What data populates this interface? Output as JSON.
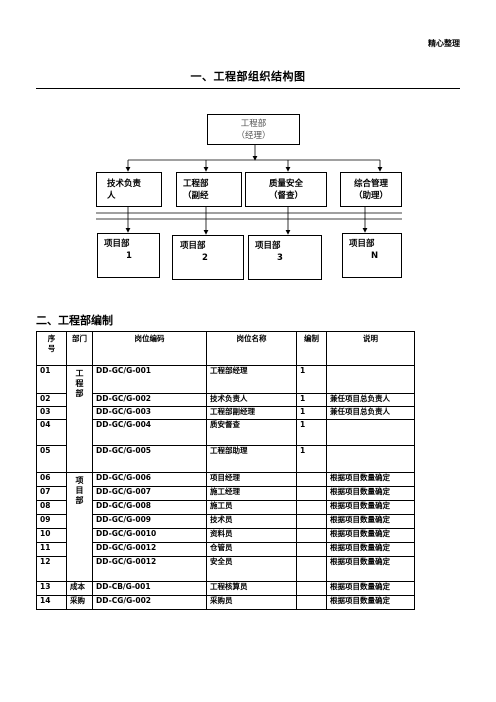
{
  "header": {
    "right_label": "精心整理"
  },
  "section1": {
    "title": "一、工程部组织结构图"
  },
  "org": {
    "top": {
      "line1": "工程部",
      "line2": "（经理）"
    },
    "level2": [
      {
        "line1": "技术负责",
        "line2": "人"
      },
      {
        "line1": "工程部",
        "line2": "（副经"
      },
      {
        "line1": "质量安全",
        "line2": "（督查）"
      },
      {
        "line1": "综合管理",
        "line2": "（助理）"
      }
    ],
    "level3": [
      {
        "line1": "项目部",
        "line2": "1"
      },
      {
        "line1": "项目部",
        "line2": "2"
      },
      {
        "line1": "项目部",
        "line2": "3"
      },
      {
        "line1": "项目部",
        "line2": "N"
      }
    ]
  },
  "section2": {
    "title": "二、工程部编制"
  },
  "table": {
    "headers": {
      "seq_top": "序",
      "seq_bottom": "号",
      "dept": "部门",
      "code": "岗位编码",
      "name": "岗位名称",
      "count": "编制",
      "note": "说明"
    },
    "dept_groups": {
      "engineering": "工程部",
      "project": "项目部"
    },
    "rows": [
      {
        "seq": "01",
        "code": "DD-GC/G-001",
        "name": "工程部经理",
        "count": "1",
        "note": ""
      },
      {
        "seq": "02",
        "code": "DD-GC/G-002",
        "name": "技术负责人",
        "count": "1",
        "note": "兼任项目总负责人"
      },
      {
        "seq": "03",
        "code": "DD-GC/G-003",
        "name": "工程部副经理",
        "count": "1",
        "note": "兼任项目总负责人"
      },
      {
        "seq": "04",
        "code": "DD-GC/G-004",
        "name": "质安督查",
        "count": "1",
        "note": ""
      },
      {
        "seq": "05",
        "code": "DD-GC/G-005",
        "name": "工程部助理",
        "count": "1",
        "note": ""
      },
      {
        "seq": "06",
        "code": "DD-GC/G-006",
        "name": "项目经理",
        "count": "",
        "note": "根据项目数量确定"
      },
      {
        "seq": "07",
        "code": "DD-GC/G-007",
        "name": "施工经理",
        "count": "",
        "note": "根据项目数量确定"
      },
      {
        "seq": "08",
        "code": "DD-GC/G-008",
        "name": "施工员",
        "count": "",
        "note": "根据项目数量确定"
      },
      {
        "seq": "09",
        "code": "DD-GC/G-009",
        "name": "技术员",
        "count": "",
        "note": "根据项目数量确定"
      },
      {
        "seq": "10",
        "code": "DD-GC/G-0010",
        "name": "资料员",
        "count": "",
        "note": "根据项目数量确定"
      },
      {
        "seq": "11",
        "code": "DD-GC/G-0012",
        "name": "仓管员",
        "count": "",
        "note": "根据项目数量确定"
      },
      {
        "seq": "12",
        "code": "DD-GC/G-0012",
        "name": "安全员",
        "count": "",
        "note": "根据项目数量确定"
      },
      {
        "seq": "13",
        "dept": "成本",
        "code": "DD-CB/G-001",
        "name": "工程核算员",
        "count": "",
        "note": "根据项目数量确定"
      },
      {
        "seq": "14",
        "dept": "采购",
        "code": "DD-CG/G-002",
        "name": "采购员",
        "count": "",
        "note": "根据项目数量确定"
      }
    ]
  }
}
